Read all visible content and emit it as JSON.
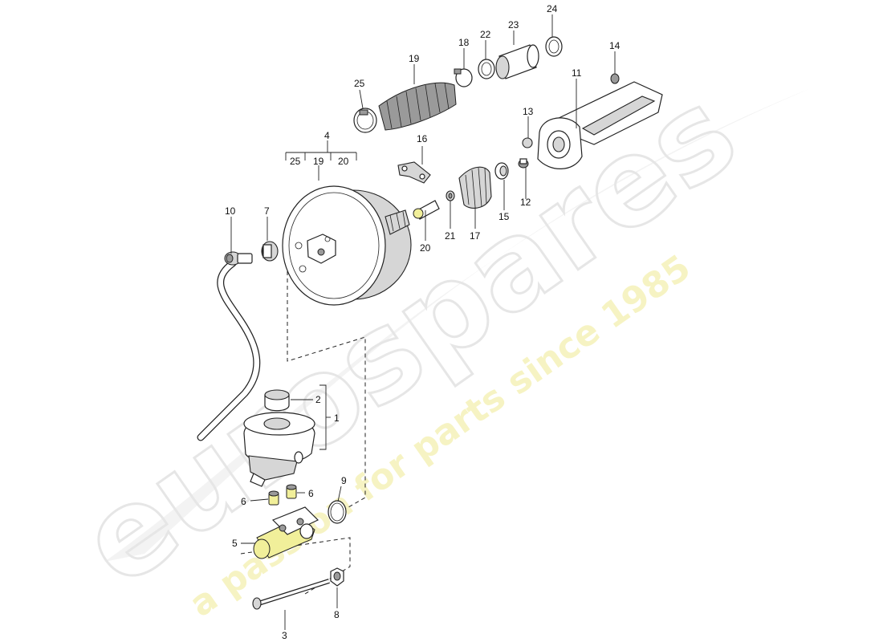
{
  "watermark": {
    "brand": "eurospares",
    "tagline": "a passion for parts since 1985"
  },
  "callouts": {
    "c1": "1",
    "c2": "2",
    "c3": "3",
    "c4": "4",
    "c5": "5",
    "c6a": "6",
    "c6b": "6",
    "c7": "7",
    "c8": "8",
    "c9": "9",
    "c10": "10",
    "c11": "11",
    "c12": "12",
    "c13": "13",
    "c14": "14",
    "c15": "15",
    "c16": "16",
    "c17": "17",
    "c18": "18",
    "c19": "19",
    "c20": "20",
    "c21": "21",
    "c22": "22",
    "c23": "23",
    "c24": "24",
    "c25": "25",
    "kit4_25": "25",
    "kit4_19": "19",
    "kit4_20": "20"
  }
}
